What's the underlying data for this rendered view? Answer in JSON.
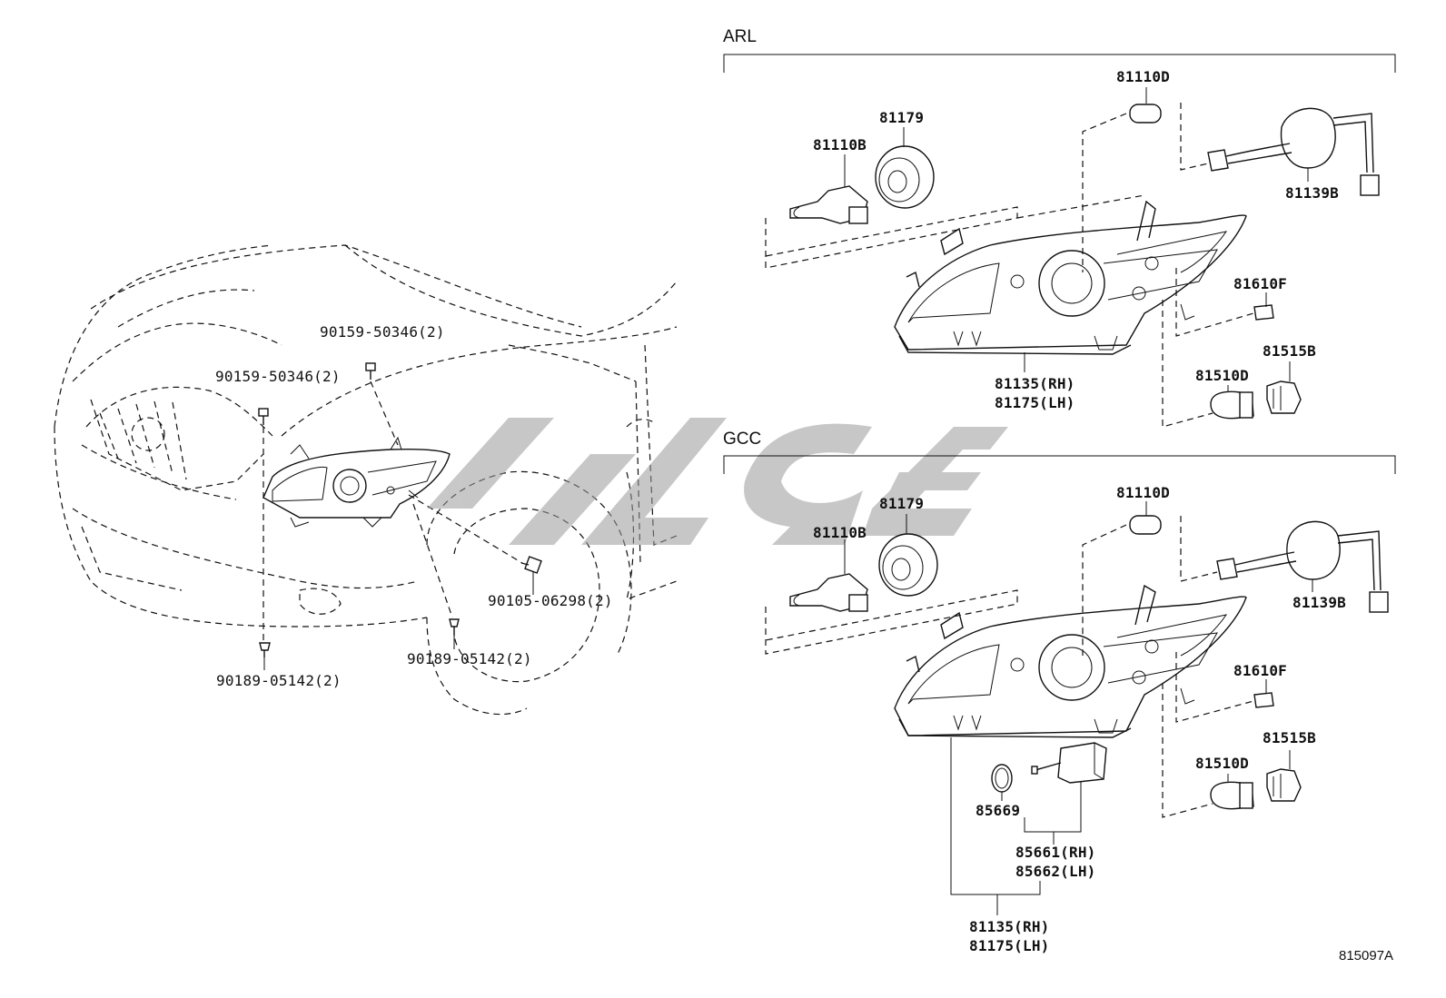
{
  "sections": {
    "arl": "ARL",
    "gcc": "GCC"
  },
  "ref_code": "815097A",
  "left_labels": {
    "bolt_top": "90159-50346(2)",
    "bolt_left": "90159-50346(2)",
    "screw": "90105-06298(2)",
    "clip_right": "90189-05142(2)",
    "clip_left": "90189-05142(2)"
  },
  "arl_labels": {
    "bulb_d": "81110D",
    "socket": "81179",
    "bulb_b": "81110B",
    "wire": "81139B",
    "bulb_f": "81610F",
    "socket_b": "81515B",
    "bulb_510": "81510D",
    "assy_rh": "81135(RH)",
    "assy_lh": "81175(LH)"
  },
  "gcc_labels": {
    "bulb_d": "81110D",
    "socket": "81179",
    "bulb_b": "81110B",
    "wire": "81139B",
    "bulb_f": "81610F",
    "socket_b": "81515B",
    "bulb_510": "81510D",
    "ring": "85669",
    "ballast_rh": "85661(RH)",
    "ballast_lh": "85662(LH)",
    "assy_rh": "81135(RH)",
    "assy_lh": "81175(LH)"
  }
}
